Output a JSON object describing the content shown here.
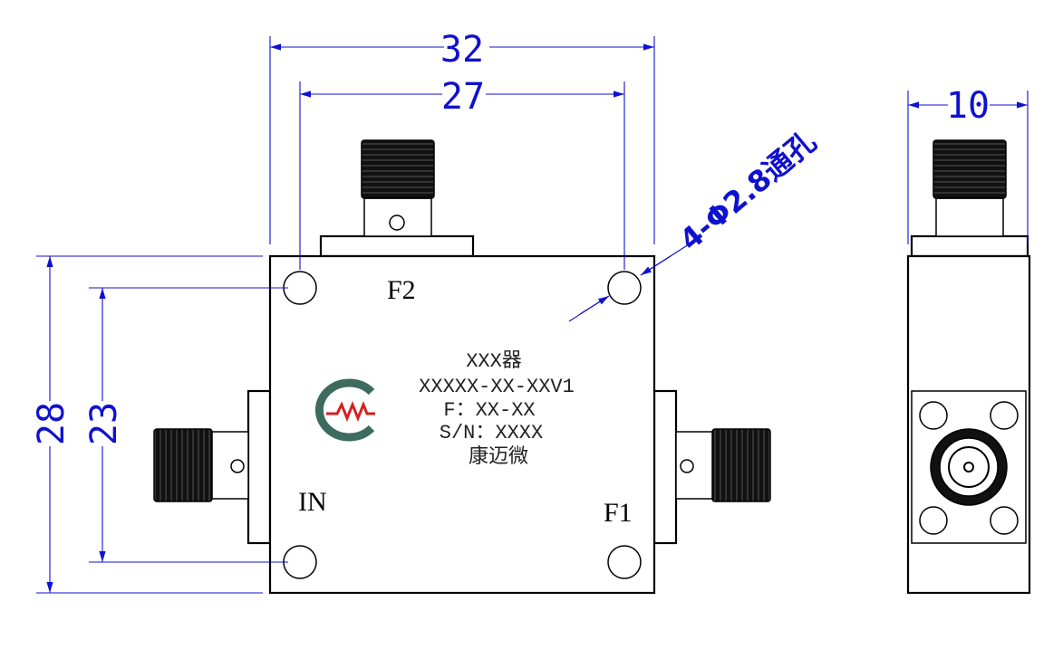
{
  "dimensions": {
    "overall_width": "32",
    "hole_spacing_x": "27",
    "overall_height": "28",
    "hole_spacing_y": "23",
    "side_width": "10",
    "hole_callout": "4-Φ2.8通孔"
  },
  "ports": {
    "input": "IN",
    "forward_1": "F1",
    "forward_2": "F2"
  },
  "nameplate": {
    "product": "XXX器",
    "model": "XXXXX-XX-XXV1",
    "frequency": "F：XX-XX",
    "serial": "S/N：XXXX",
    "maker": "康迈微"
  },
  "colors": {
    "dimension": "#1010d0",
    "logo_ring": "#3d6b5e",
    "logo_wave": "#d61f1f",
    "outline": "#000000"
  }
}
